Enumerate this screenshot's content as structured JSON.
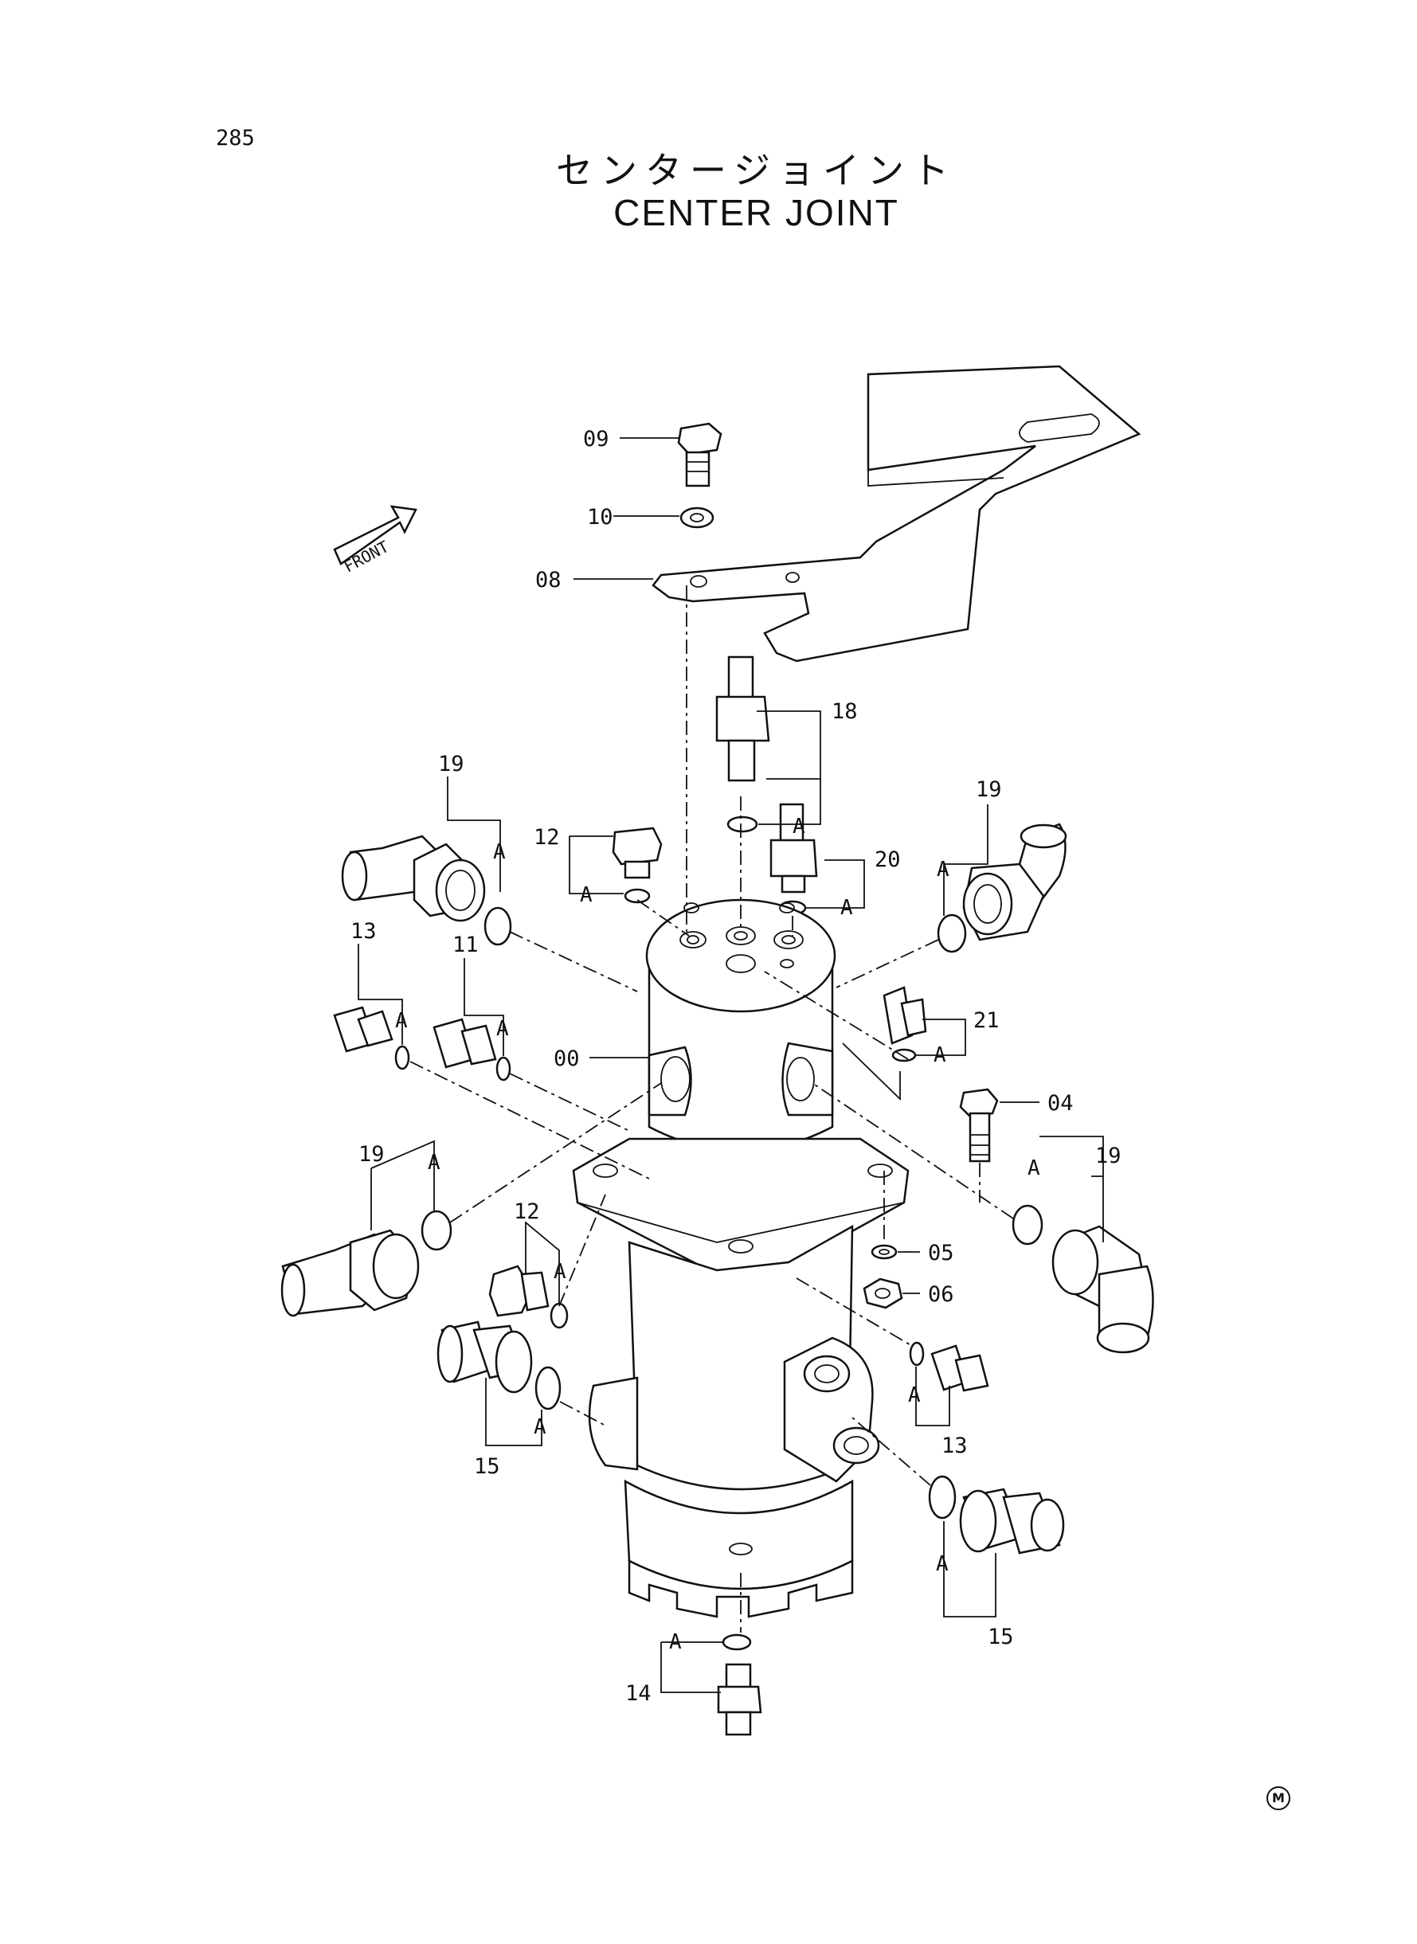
{
  "page": {
    "number": "285"
  },
  "title": {
    "japanese": "センタージョイント",
    "english": "CENTER JOINT"
  },
  "front_indicator": {
    "label": "FRONT"
  },
  "seal_letter": "A",
  "callouts": [
    {
      "id": "c09",
      "label": "09"
    },
    {
      "id": "c10",
      "label": "10"
    },
    {
      "id": "c08",
      "label": "08"
    },
    {
      "id": "c18",
      "label": "18"
    },
    {
      "id": "c19a",
      "label": "19"
    },
    {
      "id": "c12a",
      "label": "12"
    },
    {
      "id": "c20",
      "label": "20"
    },
    {
      "id": "c19b",
      "label": "19"
    },
    {
      "id": "c13a",
      "label": "13"
    },
    {
      "id": "c11",
      "label": "11"
    },
    {
      "id": "c21",
      "label": "21"
    },
    {
      "id": "c00",
      "label": "00"
    },
    {
      "id": "c04",
      "label": "04"
    },
    {
      "id": "c19c",
      "label": "19"
    },
    {
      "id": "c19d",
      "label": "19"
    },
    {
      "id": "c12b",
      "label": "12"
    },
    {
      "id": "c05",
      "label": "05"
    },
    {
      "id": "c06",
      "label": "06"
    },
    {
      "id": "c15a",
      "label": "15"
    },
    {
      "id": "c13b",
      "label": "13"
    },
    {
      "id": "c15b",
      "label": "15"
    },
    {
      "id": "c14",
      "label": "14"
    }
  ],
  "maker_mark": "M"
}
